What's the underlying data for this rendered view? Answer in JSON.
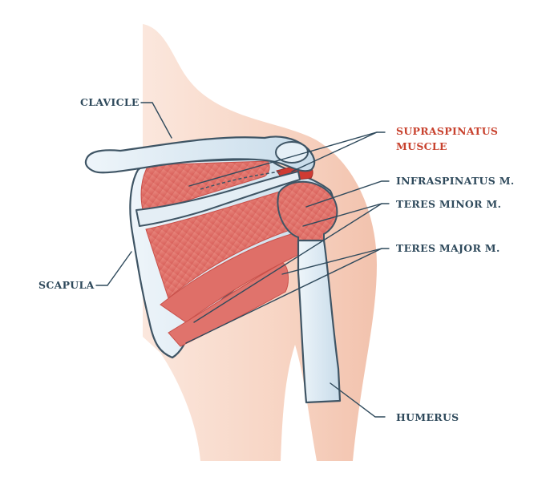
{
  "diagram": {
    "labels": {
      "clavicle": "CLAVICLE",
      "supraspinatus_line1": "SUPRASPINATUS",
      "supraspinatus_line2": "MUSCLE",
      "infraspinatus": "INFRASPINATUS M.",
      "teres_minor": "TERES MINOR M.",
      "teres_major": "TERES MAJOR M.",
      "scapula": "SCAPULA",
      "humerus": "HUMERUS"
    },
    "colors": {
      "label_text": "#2f4a5c",
      "highlight_text": "#c8422e",
      "skin": "#f7d6c6",
      "bone": "#dce9f2",
      "bone_outline": "#3f5565",
      "muscle": "#e2766f",
      "muscle_dark": "#c94a44",
      "leader_line": "#2f4a5c"
    }
  }
}
